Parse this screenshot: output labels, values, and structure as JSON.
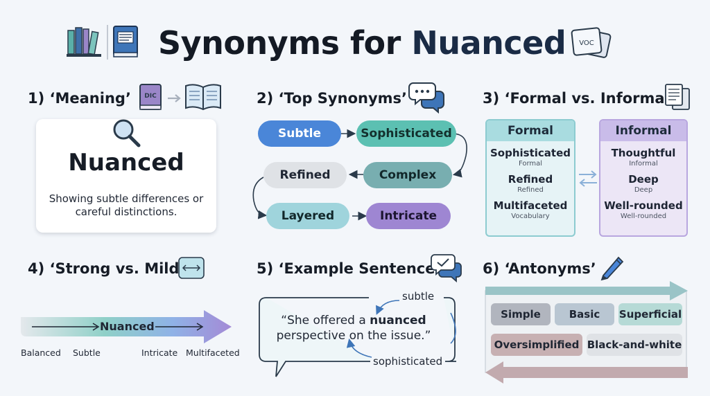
{
  "header": {
    "title_prefix": "Synonyms for ",
    "title_accent": "Nuanced",
    "voc_label": "VOC"
  },
  "meaning": {
    "title": "1) ‘Meaning’",
    "dic_label": "DIC",
    "word": "Nuanced",
    "definition_line1": "Showing subtle differences or",
    "definition_line2": "careful distinctions."
  },
  "top_synonyms": {
    "title": "2) ‘Top Synonyms’",
    "items": [
      "Subtle",
      "Sophisticated",
      "Complex",
      "Refined",
      "Layered",
      "Intricate"
    ]
  },
  "formal_informal": {
    "title": "3) ‘Formal vs. Informal’",
    "formal": {
      "header": "Formal",
      "items": [
        {
          "term": "Sophisticated",
          "note": "Formal"
        },
        {
          "term": "Refined",
          "note": "Refined"
        },
        {
          "term": "Multifaceted",
          "note": "Vocabulary"
        }
      ]
    },
    "informal": {
      "header": "Informal",
      "items": [
        {
          "term": "Thoughtful",
          "note": "Informal"
        },
        {
          "term": "Deep",
          "note": "Deep"
        },
        {
          "term": "Well-rounded",
          "note": "Well-rounded"
        }
      ]
    }
  },
  "strong_mild": {
    "title": "4) ‘Strong vs. Mild’",
    "center": "Nuanced",
    "ticks": [
      "Balanced",
      "Subtle",
      "Intricate",
      "Multifaceted"
    ]
  },
  "example": {
    "title": "5) ‘Example Sentence’",
    "line1_before": "“She offered a ",
    "line1_bold": "nuanced",
    "line2": "perspective on the issue.”",
    "label_top": "subtle",
    "label_bottom": "sophisticated"
  },
  "antonyms": {
    "title": "6) ‘Antonyms’",
    "row1": [
      "Simple",
      "Basic",
      "Superficial"
    ],
    "row2": [
      "Oversimplified",
      "Black-and-white"
    ]
  },
  "colors": {
    "blue": "#4a86d8",
    "teal": "#5cc0b2",
    "dark_teal": "#78aeb0",
    "gray": "#dfe2e6",
    "light_teal": "#9fd4dc",
    "purple": "#9e86d2",
    "formal_bg": "#e6f3f6",
    "informal_bg": "#ece6f6"
  }
}
